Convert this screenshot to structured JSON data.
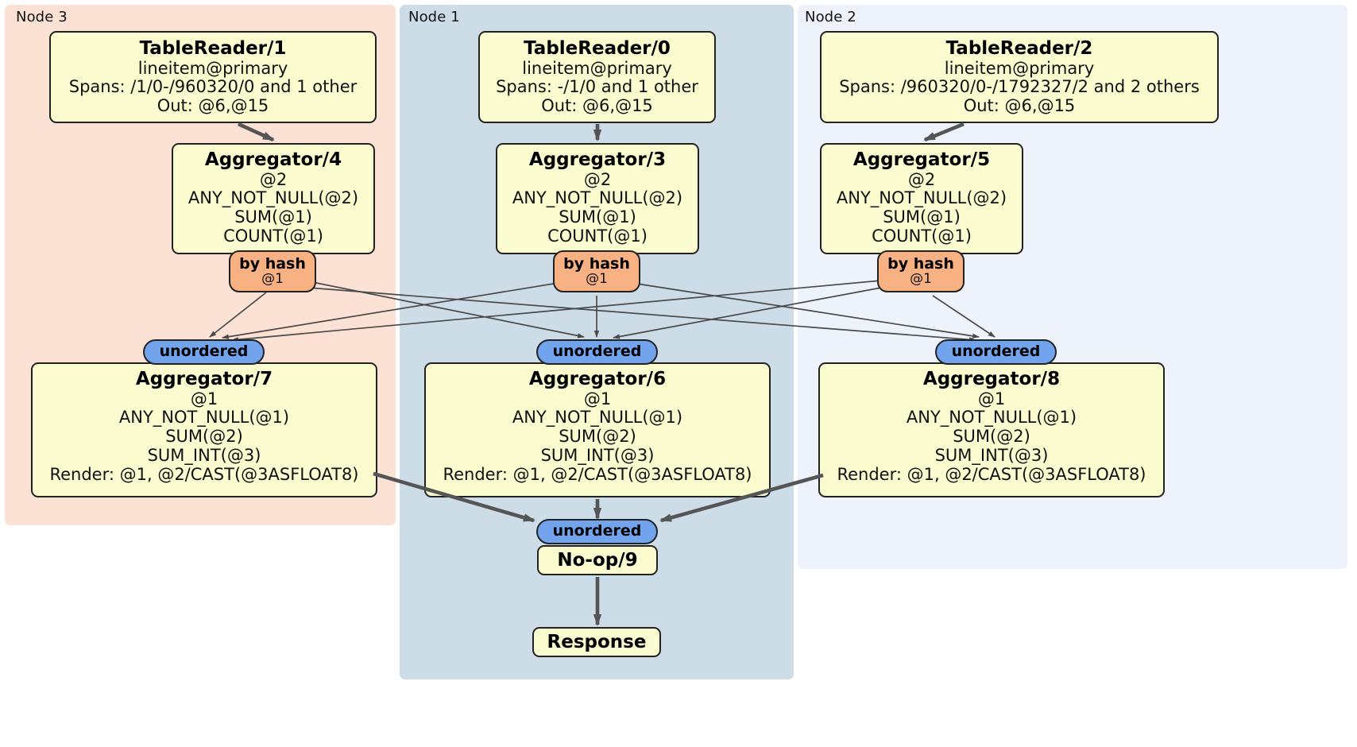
{
  "diagram": {
    "type": "distributed-query-plan",
    "colors": {
      "node3_panel": "#fbe2d5",
      "node1_panel": "#ccdde8",
      "node2_panel": "#eef2fb",
      "processor_fill": "#fbfbd0",
      "hash_router": "#f7b183",
      "unordered_router": "#72a4ee",
      "edge": "#4a4a4a",
      "border": "#222222"
    },
    "panels": [
      {
        "id": "node3",
        "label": "Node 3"
      },
      {
        "id": "node1",
        "label": "Node 1"
      },
      {
        "id": "node2",
        "label": "Node 2"
      }
    ],
    "processors": [
      {
        "id": "tablereader1",
        "title": "TableReader/1",
        "lines": [
          "lineitem@primary",
          "Spans: /1/0-/960320/0 and 1 other",
          "Out: @6,@15"
        ]
      },
      {
        "id": "tablereader0",
        "title": "TableReader/0",
        "lines": [
          "lineitem@primary",
          "Spans: -/1/0 and 1 other",
          "Out: @6,@15"
        ]
      },
      {
        "id": "tablereader2",
        "title": "TableReader/2",
        "lines": [
          "lineitem@primary",
          "Spans: /960320/0-/1792327/2 and 2 others",
          "Out: @6,@15"
        ]
      },
      {
        "id": "aggregator4",
        "title": "Aggregator/4",
        "lines": [
          "@2",
          "ANY_NOT_NULL(@2)",
          "SUM(@1)",
          "COUNT(@1)"
        ]
      },
      {
        "id": "aggregator3",
        "title": "Aggregator/3",
        "lines": [
          "@2",
          "ANY_NOT_NULL(@2)",
          "SUM(@1)",
          "COUNT(@1)"
        ]
      },
      {
        "id": "aggregator5",
        "title": "Aggregator/5",
        "lines": [
          "@2",
          "ANY_NOT_NULL(@2)",
          "SUM(@1)",
          "COUNT(@1)"
        ]
      },
      {
        "id": "aggregator7",
        "title": "Aggregator/7",
        "lines": [
          "@1",
          "ANY_NOT_NULL(@1)",
          "SUM(@2)",
          "SUM_INT(@3)",
          "Render: @1, @2/CAST(@3ASFLOAT8)"
        ]
      },
      {
        "id": "aggregator6",
        "title": "Aggregator/6",
        "lines": [
          "@1",
          "ANY_NOT_NULL(@1)",
          "SUM(@2)",
          "SUM_INT(@3)",
          "Render: @1, @2/CAST(@3ASFLOAT8)"
        ]
      },
      {
        "id": "aggregator8",
        "title": "Aggregator/8",
        "lines": [
          "@1",
          "ANY_NOT_NULL(@1)",
          "SUM(@2)",
          "SUM_INT(@3)",
          "Render: @1, @2/CAST(@3ASFLOAT8)"
        ]
      }
    ],
    "routers": [
      {
        "id": "hash-left",
        "title": "by hash",
        "sub": "@1"
      },
      {
        "id": "hash-center",
        "title": "by hash",
        "sub": "@1"
      },
      {
        "id": "hash-right",
        "title": "by hash",
        "sub": "@1"
      },
      {
        "id": "unordered-left",
        "title": "unordered",
        "sub": ""
      },
      {
        "id": "unordered-center",
        "title": "unordered",
        "sub": ""
      },
      {
        "id": "unordered-right",
        "title": "unordered",
        "sub": ""
      },
      {
        "id": "unordered-final",
        "title": "unordered",
        "sub": ""
      }
    ],
    "terminals": [
      {
        "id": "noop9",
        "title": "No-op/9"
      },
      {
        "id": "response",
        "title": "Response"
      }
    ]
  }
}
